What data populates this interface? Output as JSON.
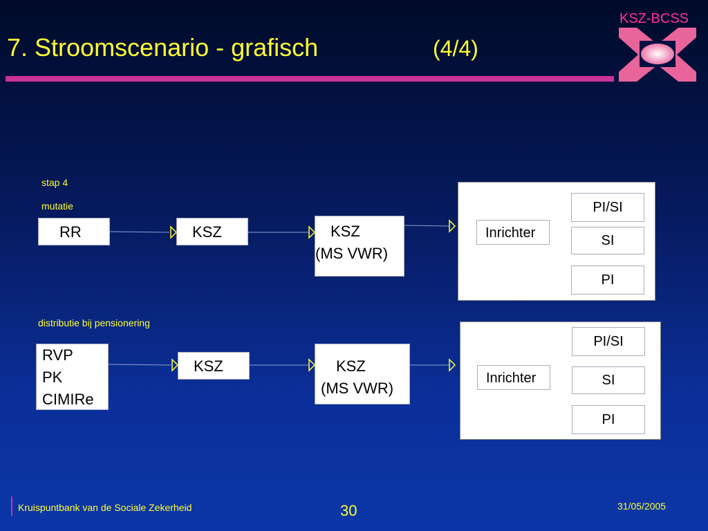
{
  "header": {
    "title": "7. Stroomscenario - grafisch",
    "page_indicator": "(4/4)"
  },
  "logo": {
    "text": "KSZ-BCSS",
    "brand_color": "#cc3399"
  },
  "scenario1": {
    "step": "stap 4",
    "label": "mutatie",
    "source": "RR",
    "ksz": "KSZ",
    "ksz_vwr_line1": "KSZ",
    "ksz_vwr_line2": "(MS VWR)",
    "inrichter": "Inrichter",
    "targets": [
      "PI/SI",
      "SI",
      "PI"
    ]
  },
  "scenario2": {
    "label": "distributie bij pensionering",
    "sources": [
      "RVP",
      "PK",
      "CIMIRe"
    ],
    "ksz": "KSZ",
    "ksz_vwr_line1": "KSZ",
    "ksz_vwr_line2": "(MS VWR)",
    "inrichter": "Inrichter",
    "targets": [
      "PI/SI",
      "SI",
      "PI"
    ]
  },
  "footer": {
    "organization": "Kruispuntbank van de Sociale Zekerheid",
    "page_number": "30",
    "date": "31/05/2005"
  }
}
